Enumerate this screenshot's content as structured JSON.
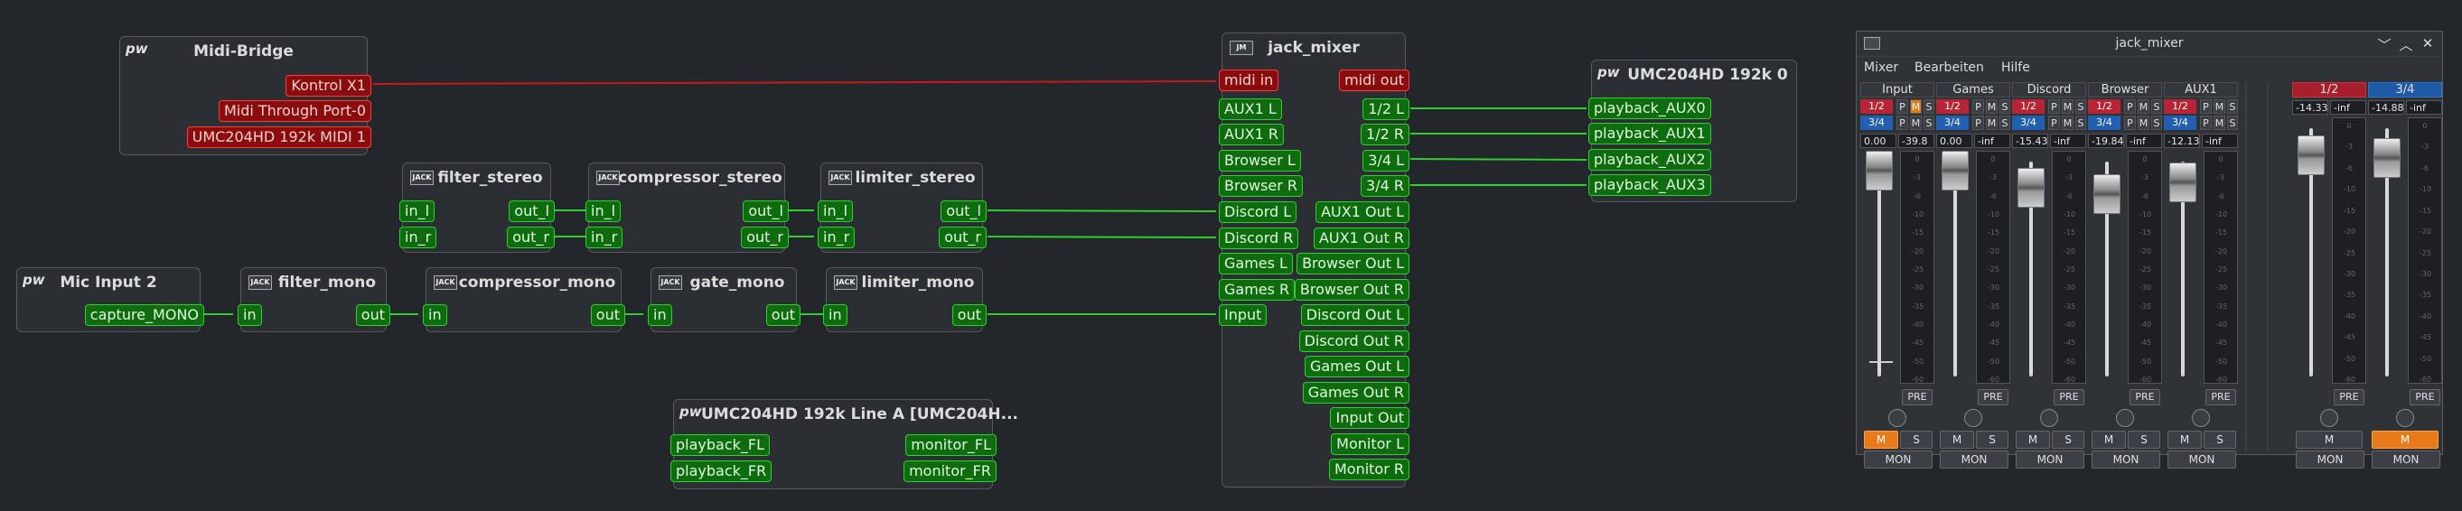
{
  "graph": {
    "midi_bridge": {
      "title": "Midi-Bridge",
      "icon": "pw",
      "ports": [
        "Kontrol X1",
        "Midi Through Port-0",
        "UMC204HD 192k MIDI 1"
      ]
    },
    "filter_stereo": {
      "title": "filter_stereo",
      "inputs": [
        "in_l",
        "in_r"
      ],
      "outputs": [
        "out_l",
        "out_r"
      ]
    },
    "compressor_stereo": {
      "title": "compressor_stereo",
      "inputs": [
        "in_l",
        "in_r"
      ],
      "outputs": [
        "out_l",
        "out_r"
      ]
    },
    "limiter_stereo": {
      "title": "limiter_stereo",
      "inputs": [
        "in_l",
        "in_r"
      ],
      "outputs": [
        "out_l",
        "out_r"
      ]
    },
    "mic_input": {
      "title": "Mic Input 2",
      "icon": "pw",
      "outputs": [
        "capture_MONO"
      ]
    },
    "filter_mono": {
      "title": "filter_mono",
      "inputs": [
        "in"
      ],
      "outputs": [
        "out"
      ]
    },
    "compressor_mono": {
      "title": "compressor_mono",
      "inputs": [
        "in"
      ],
      "outputs": [
        "out"
      ]
    },
    "gate_mono": {
      "title": "gate_mono",
      "inputs": [
        "in"
      ],
      "outputs": [
        "out"
      ]
    },
    "limiter_mono": {
      "title": "limiter_mono",
      "inputs": [
        "in"
      ],
      "outputs": [
        "out"
      ]
    },
    "umc_line_a": {
      "title": "UMC204HD 192k Line A [UMC204H...",
      "icon": "pw",
      "inputs": [
        "playback_FL",
        "playback_FR"
      ],
      "outputs": [
        "monitor_FL",
        "monitor_FR"
      ]
    },
    "jack_mixer": {
      "title": "jack_mixer",
      "midi_in": "midi in",
      "midi_out": "midi out",
      "inputs": [
        "AUX1 L",
        "AUX1 R",
        "Browser L",
        "Browser R",
        "Discord L",
        "Discord R",
        "Games L",
        "Games R",
        "Input"
      ],
      "outputs": [
        "1/2 L",
        "1/2 R",
        "3/4 L",
        "3/4 R",
        "AUX1 Out L",
        "AUX1 Out R",
        "Browser Out L",
        "Browser Out R",
        "Discord Out L",
        "Discord Out R",
        "Games Out L",
        "Games Out R",
        "Input Out",
        "Monitor L",
        "Monitor R"
      ]
    },
    "umc_out": {
      "title": "UMC204HD 192k 0",
      "icon": "pw",
      "inputs": [
        "playback_AUX0",
        "playback_AUX1",
        "playback_AUX2",
        "playback_AUX3"
      ]
    },
    "colors": {
      "audio": "#2ecf2e",
      "midi": "#e01f1f",
      "audio_port_bg": "#0e6b0e",
      "midi_port_bg": "#8a0c0c",
      "canvas": "#23262b"
    }
  },
  "mixer": {
    "window_title": "jack_mixer",
    "controls": {
      "minimize": "﹀",
      "maximize": "︿",
      "close": "✕"
    },
    "menu": [
      "Mixer",
      "Bearbeiten",
      "Hilfe"
    ],
    "tag_12": "1/2",
    "tag_34": "3/4",
    "p": "P",
    "m": "M",
    "s": "S",
    "pre": "PRE",
    "mon": "MON",
    "mute": "M",
    "solo": "S",
    "scale": [
      "0",
      "-3",
      "-6",
      "-10",
      "-15",
      "-20",
      "-25",
      "-30",
      "-35",
      "-40",
      "-45",
      "-50",
      "-60"
    ],
    "channels": [
      {
        "name": "Input",
        "gain": "0.00",
        "peak": "-39.8",
        "muted": true,
        "fader": 0.45
      },
      {
        "name": "Games",
        "gain": "0.00",
        "peak": "-inf",
        "muted": false,
        "fader": 0.45
      },
      {
        "name": "Discord",
        "gain": "-15.43",
        "peak": "-inf",
        "muted": false,
        "fader": 0.36
      },
      {
        "name": "Browser",
        "gain": "-19.84",
        "peak": "-inf",
        "muted": false,
        "fader": 0.33
      },
      {
        "name": "AUX1",
        "gain": "-12.13",
        "peak": "-inf",
        "muted": false,
        "fader": 0.39
      }
    ],
    "outputs": [
      {
        "name": "1/2",
        "gain": "-14.33",
        "peak": "-inf",
        "muted": false,
        "fader": 0.37,
        "color": "red"
      },
      {
        "name": "3/4",
        "gain": "-14.88",
        "peak": "-inf",
        "muted": true,
        "fader": 0.36,
        "color": "blue"
      }
    ],
    "colors": {
      "accent": "#e87a1a",
      "bus12": "#b72433",
      "bus34": "#235fb0"
    }
  }
}
